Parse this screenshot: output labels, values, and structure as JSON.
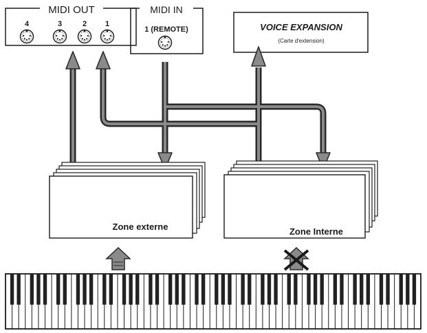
{
  "midi_out": {
    "title": "MIDI OUT",
    "ports": [
      "4",
      "3",
      "2",
      "1"
    ]
  },
  "midi_in": {
    "title": "MIDI IN",
    "sub": "1 (REMOTE)"
  },
  "voice_expansion": {
    "title": "VOICE EXPANSION",
    "sub": "(Carte d'extension)"
  },
  "zones": {
    "external": "Zone externe",
    "internal": "Zone Interne"
  },
  "colors": {
    "ink": "#1a1a1a",
    "arrow_fill": "#8a8a8a",
    "arrow_edge": "#2a2a2a",
    "key_black": "#222222"
  },
  "keyboard": {
    "octaves": 9,
    "white_keys_per_octave": 7
  }
}
